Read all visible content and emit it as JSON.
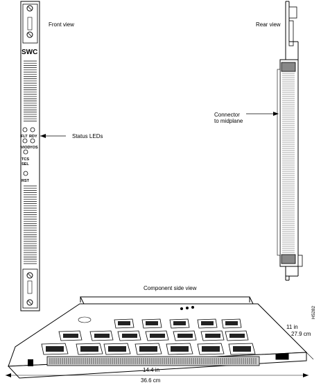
{
  "front": {
    "caption": "Front view",
    "card_label": "SWC",
    "led_labels": [
      "FLT",
      "RDY",
      "VIOD",
      "YOS"
    ],
    "sel_label_1": "TCS",
    "sel_label_2": "SEL",
    "reset_label": "RST"
  },
  "rear": {
    "caption": "Rear view",
    "connector_label_1": "Connector",
    "connector_label_2": "to midplane"
  },
  "status_leds_label": "Status LEDs",
  "component": {
    "caption": "Component side view",
    "depth_in": "11 in",
    "depth_cm": "27.9 cm",
    "width_in": "14.4 in",
    "width_cm": "36.6 cm"
  },
  "figure_id": "H5282"
}
